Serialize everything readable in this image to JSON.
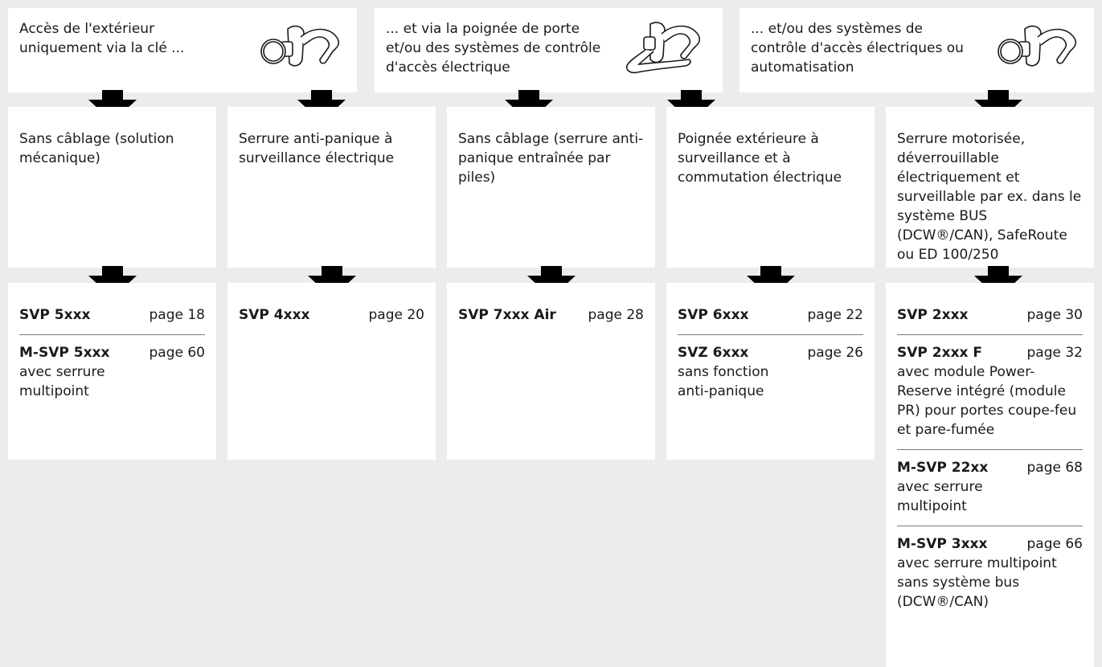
{
  "top_boxes": [
    {
      "text": "Accès de l'extérieur uniquement via la clé ...",
      "icon": "door-knob-lever-icon"
    },
    {
      "text": "... et via la poignée de porte et/ou des systèmes de contrôle d'accès électrique",
      "icon": "double-lever-handle-icon"
    },
    {
      "text": "... et/ou des systèmes de contrôle d'accès électriques ou automatisation",
      "icon": "door-knob-lever-icon"
    }
  ],
  "middle_boxes": [
    {
      "text": "Sans câblage (solution mécanique)"
    },
    {
      "text": "Serrure anti-panique à surveillance électrique"
    },
    {
      "text": "Sans câblage (serrure anti-panique entraînée par piles)"
    },
    {
      "text": "Poignée extérieure à surveillance et à commutation électrique"
    },
    {
      "text": "Serrure motorisée, déverrouillable électriquement et surveillable par ex. dans le système BUS (DCW®/CAN), SafeRoute ou ED 100/250"
    }
  ],
  "product_boxes": [
    {
      "entries": [
        {
          "code": "SVP 5xxx",
          "page": "page 18",
          "desc": ""
        },
        {
          "code": "M-SVP 5xxx",
          "page": "page 60",
          "desc": "avec serrure multipoint"
        }
      ]
    },
    {
      "entries": [
        {
          "code": "SVP 4xxx",
          "page": "page 20",
          "desc": ""
        }
      ]
    },
    {
      "entries": [
        {
          "code": "SVP 7xxx Air",
          "page": "page 28",
          "desc": ""
        }
      ]
    },
    {
      "entries": [
        {
          "code": "SVP 6xxx",
          "page": "page 22",
          "desc": ""
        },
        {
          "code": "SVZ 6xxx",
          "page": "page 26",
          "desc": "sans fonction anti-panique"
        }
      ]
    },
    {
      "entries": [
        {
          "code": "SVP 2xxx",
          "page": "page 30",
          "desc": ""
        },
        {
          "code": "SVP 2xxx F",
          "page": "page 32",
          "desc": "avec module Power-Reserve intégré (module PR) pour portes coupe-feu et pare-fumée"
        },
        {
          "code": "M-SVP 22xx",
          "page": "page 68",
          "desc": "avec serrure multipoint"
        },
        {
          "code": "M-SVP 3xxx",
          "page": "page 66",
          "desc": "avec serrure multipoint sans système bus (DCW®/CAN)"
        }
      ]
    }
  ]
}
